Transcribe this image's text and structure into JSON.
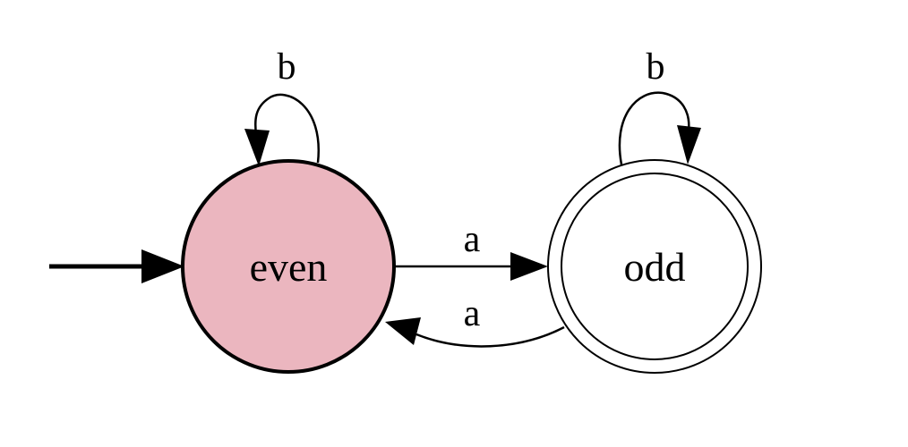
{
  "colors": {
    "start_state_fill": "#ebb6bf",
    "accept_state_fill": "#ffffff",
    "stroke": "#000000"
  },
  "states": {
    "even": {
      "label": "even",
      "initial": true,
      "accepting": false
    },
    "odd": {
      "label": "odd",
      "initial": false,
      "accepting": true
    }
  },
  "transitions": {
    "even_self": {
      "from": "even",
      "to": "even",
      "label": "b"
    },
    "odd_self": {
      "from": "odd",
      "to": "odd",
      "label": "b"
    },
    "even_to_odd": {
      "from": "even",
      "to": "odd",
      "label": "a"
    },
    "odd_to_even": {
      "from": "odd",
      "to": "even",
      "label": "a"
    }
  }
}
